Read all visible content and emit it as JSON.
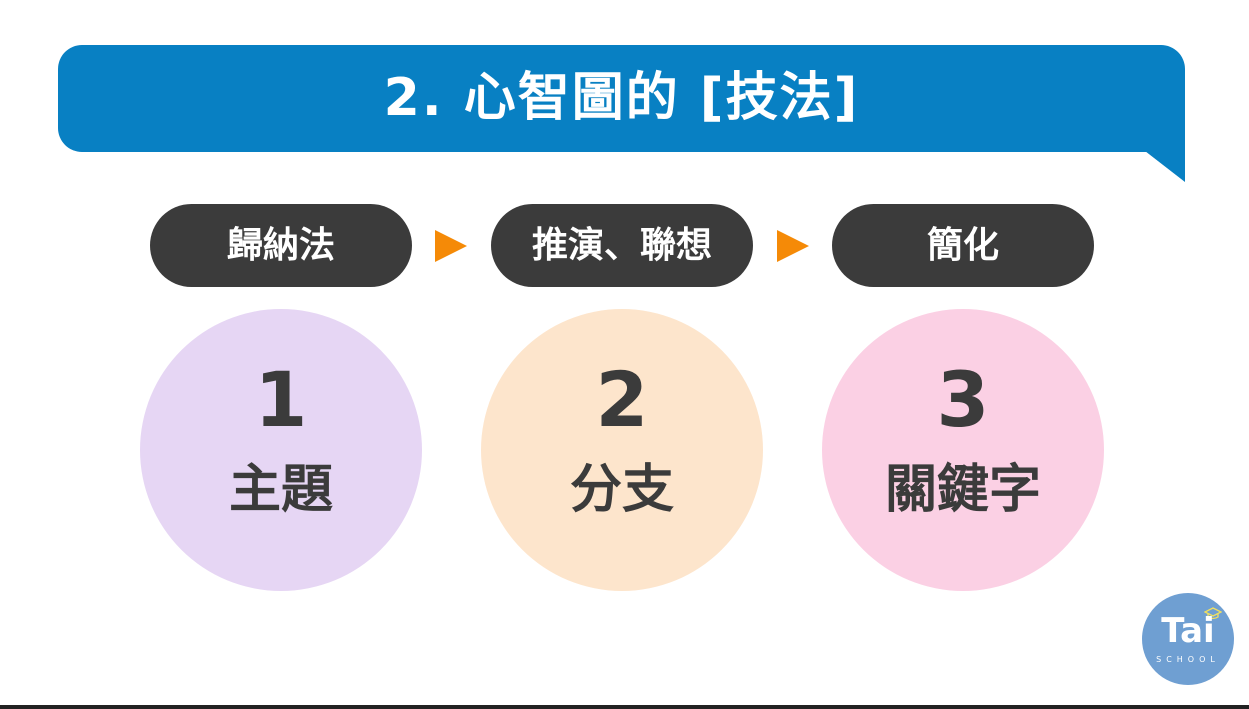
{
  "title": "2. 心智圖的 [技法]",
  "steps": [
    {
      "method": "歸納法",
      "number": "1",
      "label": "主題",
      "color": "#e6d6f4"
    },
    {
      "method": "推演、聯想",
      "number": "2",
      "label": "分支",
      "color": "#fde5cc"
    },
    {
      "method": "簡化",
      "number": "3",
      "label": "關鍵字",
      "color": "#fbd0e4"
    }
  ],
  "logo": {
    "main": "Tai",
    "sub": "SCHOOL"
  },
  "colors": {
    "banner": "#0880c3",
    "pill": "#3b3b3b",
    "arrow": "#f58a07"
  }
}
